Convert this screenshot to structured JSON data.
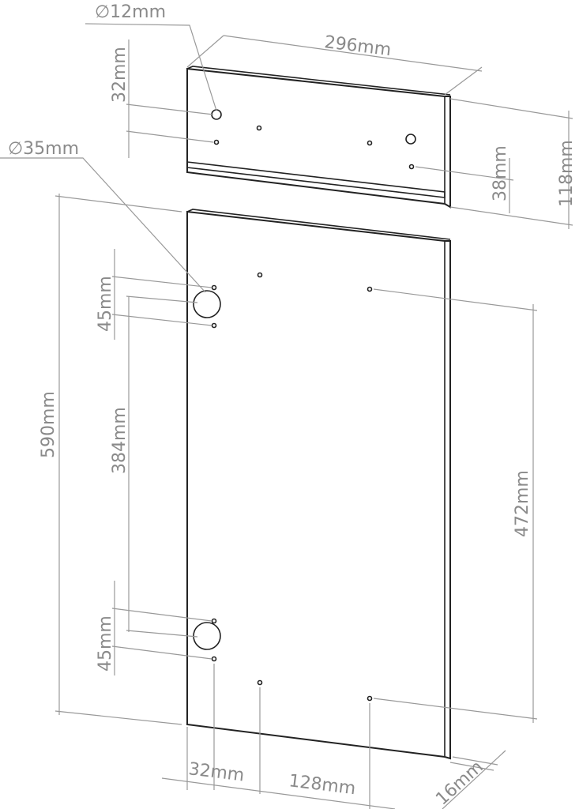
{
  "labels": {
    "hole_small_diameter": "∅12mm",
    "hole_large_diameter": "∅35mm",
    "top_width": "296mm",
    "top_hole_offset": "32mm",
    "top_height": "118mm",
    "top_lower_hole_offset": "38mm",
    "door_height": "590mm",
    "hinge_spacing_top": "45mm",
    "hinge_center_spacing": "384mm",
    "hinge_spacing_bottom": "45mm",
    "right_hole_spacing": "472mm",
    "left_offset": "32mm",
    "hole_spacing_horizontal": "128mm",
    "thickness": "16mm"
  },
  "colors": {
    "outline": "#222222",
    "dimension": "#999999"
  }
}
